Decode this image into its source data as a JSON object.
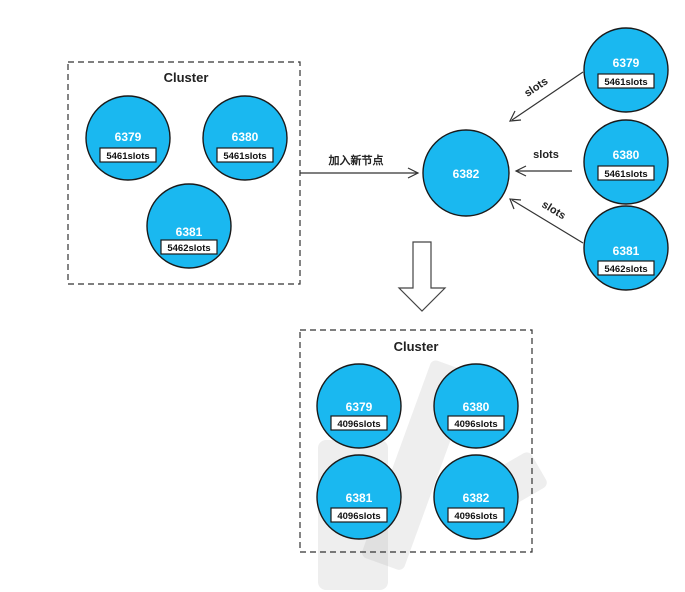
{
  "colors": {
    "node_fill": "#1ab8f0",
    "node_stroke": "#1a1a1a",
    "box_fill": "#ffffff"
  },
  "cluster_before": {
    "title": "Cluster",
    "nodes": [
      {
        "port": "6379",
        "slots": "5461slots"
      },
      {
        "port": "6380",
        "slots": "5461slots"
      },
      {
        "port": "6381",
        "slots": "5462slots"
      }
    ]
  },
  "add_edge_label": "加入新节点",
  "new_node": {
    "port": "6382"
  },
  "donors": [
    {
      "port": "6379",
      "slots": "5461slots",
      "edge_label": "slots"
    },
    {
      "port": "6380",
      "slots": "5461slots",
      "edge_label": "slots"
    },
    {
      "port": "6381",
      "slots": "5462slots",
      "edge_label": "slots"
    }
  ],
  "cluster_after": {
    "title": "Cluster",
    "nodes": [
      {
        "port": "6379",
        "slots": "4096slots"
      },
      {
        "port": "6380",
        "slots": "4096slots"
      },
      {
        "port": "6381",
        "slots": "4096slots"
      },
      {
        "port": "6382",
        "slots": "4096slots"
      }
    ]
  }
}
